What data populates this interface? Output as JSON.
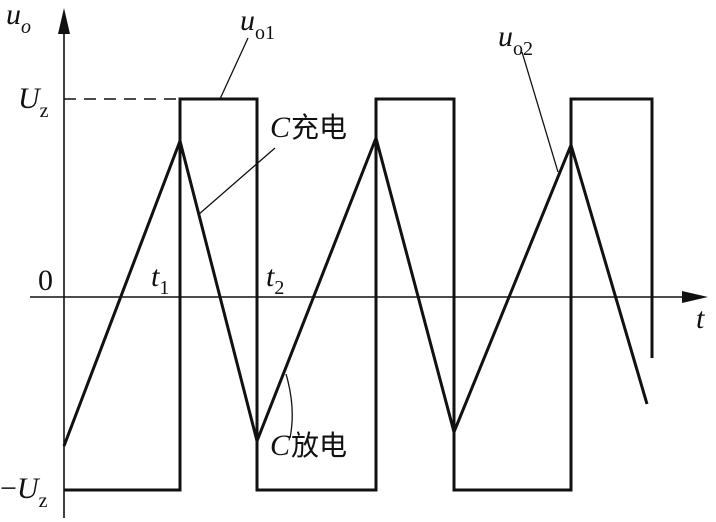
{
  "axes": {
    "y_var": "u",
    "y_sub": "o",
    "x_var": "t",
    "origin": "0",
    "t1_var": "t",
    "t1_sub": "1",
    "t2_var": "t",
    "t2_sub": "2"
  },
  "levels": {
    "upper_var": "U",
    "upper_sub": "z",
    "lower_prefix": "−",
    "lower_var": "U",
    "lower_sub": "z"
  },
  "curves": {
    "square_var": "u",
    "square_sub": "o1",
    "triangle_var": "u",
    "triangle_sub": "o2"
  },
  "annotations": {
    "charge_var": "C",
    "charge_text": "充电",
    "discharge_var": "C",
    "discharge_text": "放电"
  }
}
